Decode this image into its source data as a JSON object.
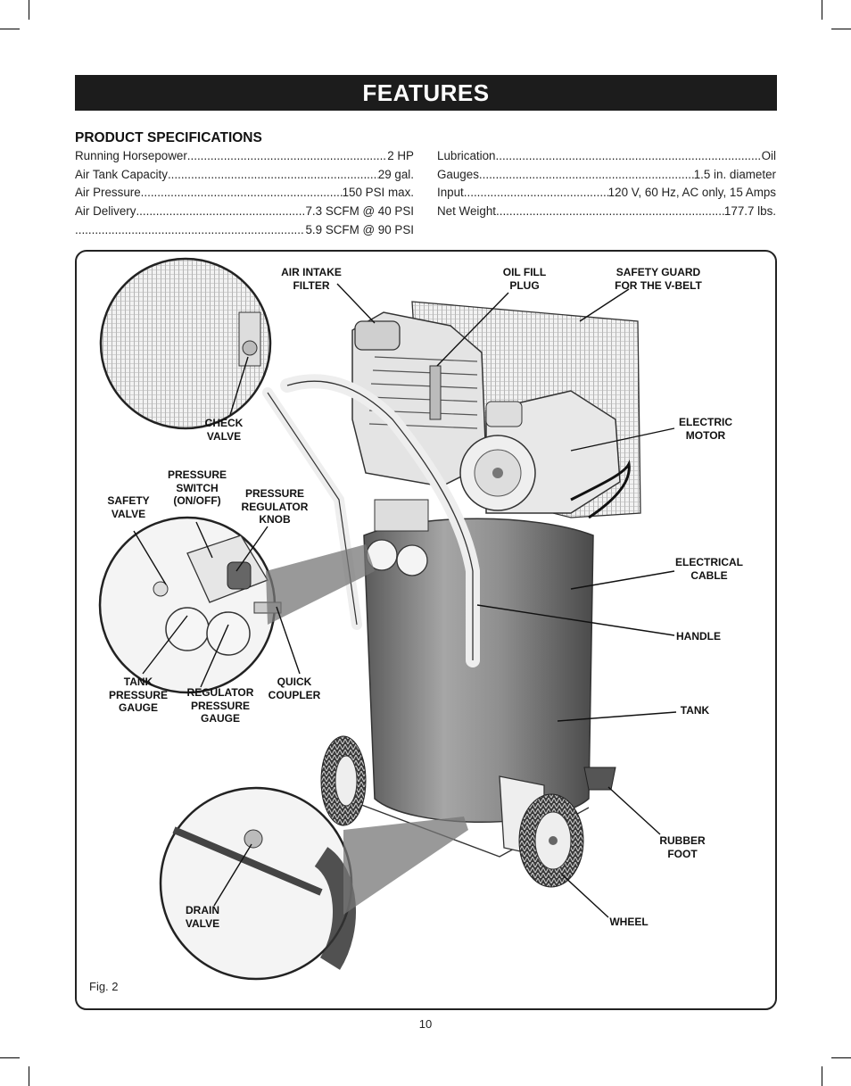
{
  "banner": {
    "title": "FEATURES"
  },
  "specs": {
    "heading": "PRODUCT SPECIFICATIONS",
    "left": [
      {
        "label": "Running Horsepower",
        "value": "2 HP"
      },
      {
        "label": "Air Tank Capacity",
        "value": "29 gal."
      },
      {
        "label": "Air Pressure",
        "value": "150 PSI max."
      },
      {
        "label": "Air Delivery ",
        "value": " 7.3 SCFM @ 40 PSI"
      },
      {
        "label": "",
        "value": " 5.9 SCFM @ 90 PSI"
      }
    ],
    "right": [
      {
        "label": "Lubrication",
        "value": "Oil"
      },
      {
        "label": "Gauges",
        "value": " 1.5 in. diameter"
      },
      {
        "label": "Input",
        "value": " 120 V, 60 Hz, AC only, 15 Amps"
      },
      {
        "label": "Net Weight",
        "value": "177.7 lbs."
      }
    ]
  },
  "callouts": {
    "air_intake_filter": "AIR INTAKE\nFILTER",
    "oil_fill_plug": "OIL FILL\nPLUG",
    "safety_guard": "SAFETY GUARD\nFOR THE V-BELT",
    "check_valve": "CHECK\nVALVE",
    "electric_motor": "ELECTRIC\nMOTOR",
    "pressure_switch": "PRESSURE\nSWITCH\n(ON/OFF)",
    "safety_valve": "SAFETY\nVALVE",
    "pressure_regulator_knob": "PRESSURE\nREGULATOR\nKNOB",
    "electrical_cable": "ELECTRICAL\nCABLE",
    "handle": "HANDLE",
    "tank_pressure_gauge": "TANK\nPRESSURE\nGAUGE",
    "regulator_pressure_gauge": "REGULATOR\nPRESSURE\nGAUGE",
    "quick_coupler": "QUICK\nCOUPLER",
    "tank": "TANK",
    "rubber_foot": "RUBBER\nFOOT",
    "drain_valve": "DRAIN\nVALVE",
    "wheel": "WHEEL"
  },
  "figure": {
    "label": "Fig. 2"
  },
  "page": {
    "number": "10"
  },
  "colors": {
    "banner_bg": "#1c1c1c",
    "tank": "#8c8c8c",
    "line": "#111111"
  }
}
